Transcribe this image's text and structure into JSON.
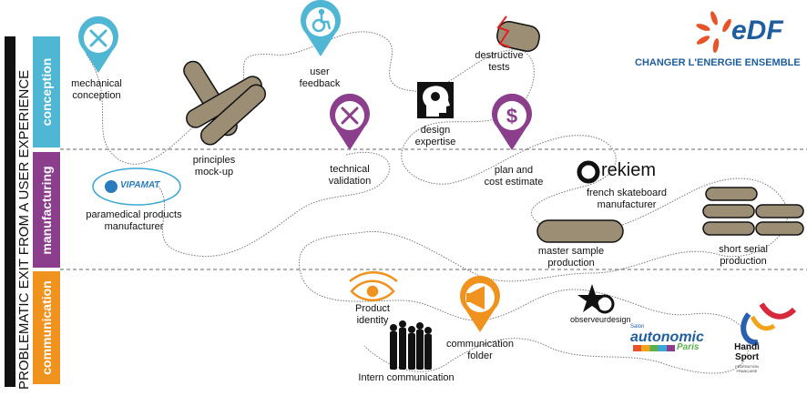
{
  "side_title": "PROBLEMATIC EXIT FROM A USER EXPERIENCE",
  "phases": [
    {
      "label": "conception",
      "color": "#4fb6d3"
    },
    {
      "label": "manufacturing",
      "color": "#8a3e8c"
    },
    {
      "label": "communication",
      "color": "#f0921e"
    }
  ],
  "brand": {
    "logo_text": "eDF",
    "tagline": "CHANGER L'ENERGIE ENSEMBLE",
    "color": "#1f5e9e",
    "accent": "#e8542a"
  },
  "steps": {
    "mechanical": [
      "mechanical",
      "conception"
    ],
    "principles": [
      "principles",
      "mock-up"
    ],
    "feedback": [
      "user",
      "feedback"
    ],
    "technical": [
      "technical",
      "validation"
    ],
    "design": [
      "design",
      "expertise"
    ],
    "destructive": [
      "destructive",
      "tests"
    ],
    "plan": [
      "plan and",
      "cost estimate"
    ],
    "paramedical": [
      "paramedical products",
      "manufacturer"
    ],
    "rekiem": [
      "french skateboard",
      "manufacturer"
    ],
    "master": [
      "master sample",
      "production"
    ],
    "serial": [
      "short serial",
      "production"
    ],
    "identity": [
      "Product",
      "identity"
    ],
    "folder": [
      "communication",
      "folder"
    ],
    "intern": "Intern communication"
  },
  "logos": {
    "vipamat": "VIPAMAT",
    "rekiem": "rekiem",
    "observeur": "observeurdesign",
    "autonomic_top": "Salon",
    "autonomic": "autonomic",
    "autonomic_city": "Paris",
    "handi": [
      "Handi",
      "Sport"
    ],
    "handi_small": "FÉDÉRATION FRANÇAISE"
  },
  "icons": {
    "mechanical": "wrench-screwdriver-icon",
    "feedback": "wheelchair-icon",
    "technical": "wrench-screwdriver-icon",
    "plan": "dollar-icon",
    "folder": "megaphone-icon",
    "design": "head-gears-icon",
    "identity": "eye-icon"
  }
}
